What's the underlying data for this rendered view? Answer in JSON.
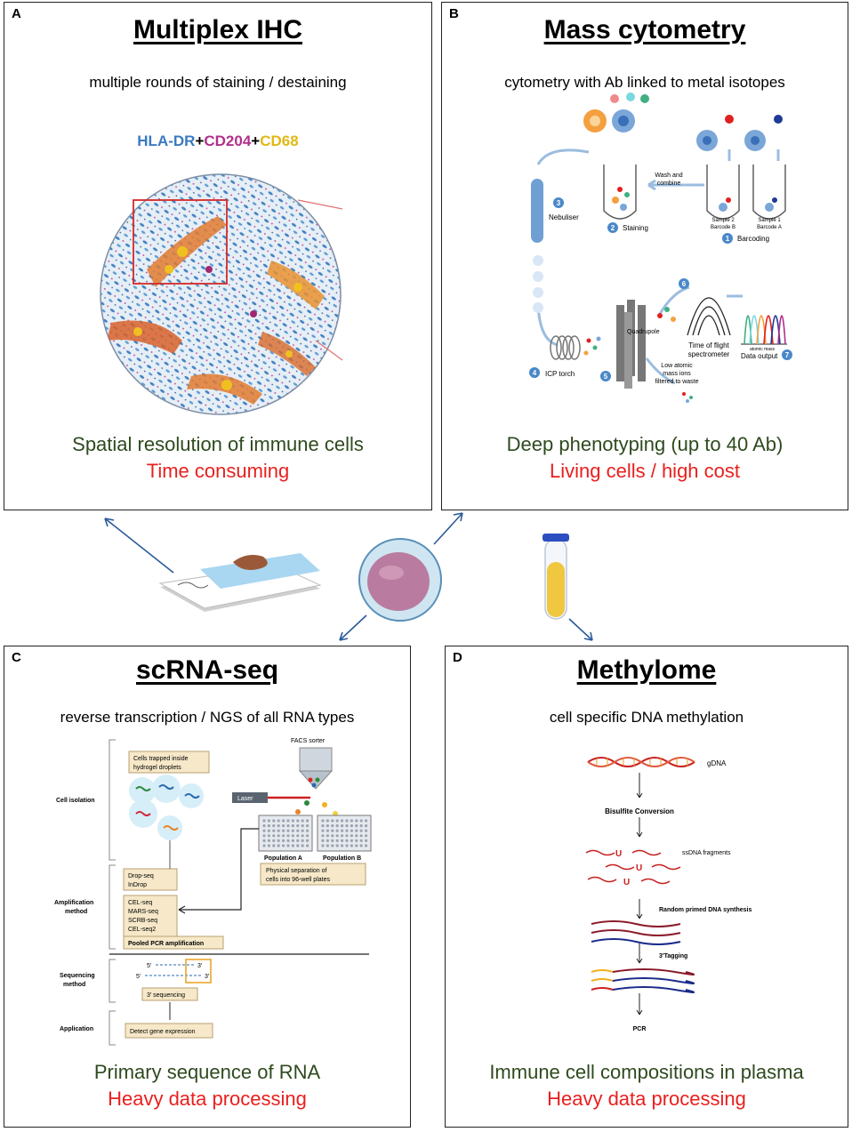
{
  "panels": {
    "A": {
      "letter": "A",
      "title": "Multiplex IHC",
      "subtitle": "multiple rounds of staining / destaining",
      "pro": "Spatial resolution of immune cells",
      "con": "Time consuming",
      "stain": {
        "m1": "HLA-DR",
        "p1": "+",
        "m2": "CD204",
        "p2": "+",
        "m3": "CD68",
        "c1": "#3a7ac0",
        "c2": "#b0308a",
        "c3": "#e8c020"
      }
    },
    "B": {
      "letter": "B",
      "title": "Mass cytometry",
      "subtitle": "cytometry with Ab linked to metal isotopes",
      "pro": "Deep phenotyping (up to 40 Ab)",
      "con": "Living cells / high cost",
      "labels": {
        "wash": "Wash and",
        "combine": "combine",
        "nebuliser": "Nebuliser",
        "staining": "Staining",
        "barcoding": "Barcoding",
        "s2a": "Sample 2",
        "s2b": "Barcode B",
        "s1a": "Sample 1",
        "s1b": "Barcode A",
        "tof1": "Time of flight",
        "tof2": "spectrometer",
        "atomic": "atomic mass",
        "output": "Data output",
        "quad": "Quadrupole",
        "icp": "ICP torch",
        "low1": "Low atomic",
        "low2": "mass ions",
        "low3": "filtered to waste"
      },
      "steps": [
        "1",
        "2",
        "3",
        "4",
        "5",
        "6",
        "7"
      ]
    },
    "C": {
      "letter": "C",
      "title": "scRNA-seq",
      "subtitle": "reverse transcription / NGS of all RNA types",
      "pro": "Primary sequence of RNA",
      "con": "Heavy data processing",
      "labels": {
        "facs": "FACS sorter",
        "trapped1": "Cells trapped inside",
        "trapped2": "hydrogel droplets",
        "laser": "Laser",
        "popA": "Population A",
        "popB": "Population B",
        "phys1": "Physical separation of",
        "phys2": "cells into 96-well plates",
        "cell_isolation": "Cell isolation",
        "amp1": "Amplification",
        "amp2": "method",
        "seq1": "Sequencing",
        "seq2": "method",
        "application": "Application",
        "dropseq": "Drop-seq",
        "indrop": "InDrop",
        "celseq": "CEL-seq",
        "marsseq": "MARS-seq",
        "scrbseq": "SCRB-seq",
        "celseq2": "CEL-seq2",
        "pooled": "Pooled PCR amplification",
        "five": "5′",
        "three": "3′",
        "five2": "5′",
        "three2": "3′",
        "seq3": "3′ sequencing",
        "detect": "Detect gene expression"
      }
    },
    "D": {
      "letter": "D",
      "title": "Methylome",
      "subtitle": "cell specific DNA methylation",
      "pro": "Immune cell compositions in plasma",
      "con": "Heavy data processing",
      "labels": {
        "gdna": "gDNA",
        "bisulfite": "Bisulfite Conversion",
        "ssdna": "ssDNA fragments",
        "u": "U",
        "random": "Random primed DNA synthesis",
        "tagging": "3′Tagging",
        "pcr": "PCR"
      }
    }
  }
}
